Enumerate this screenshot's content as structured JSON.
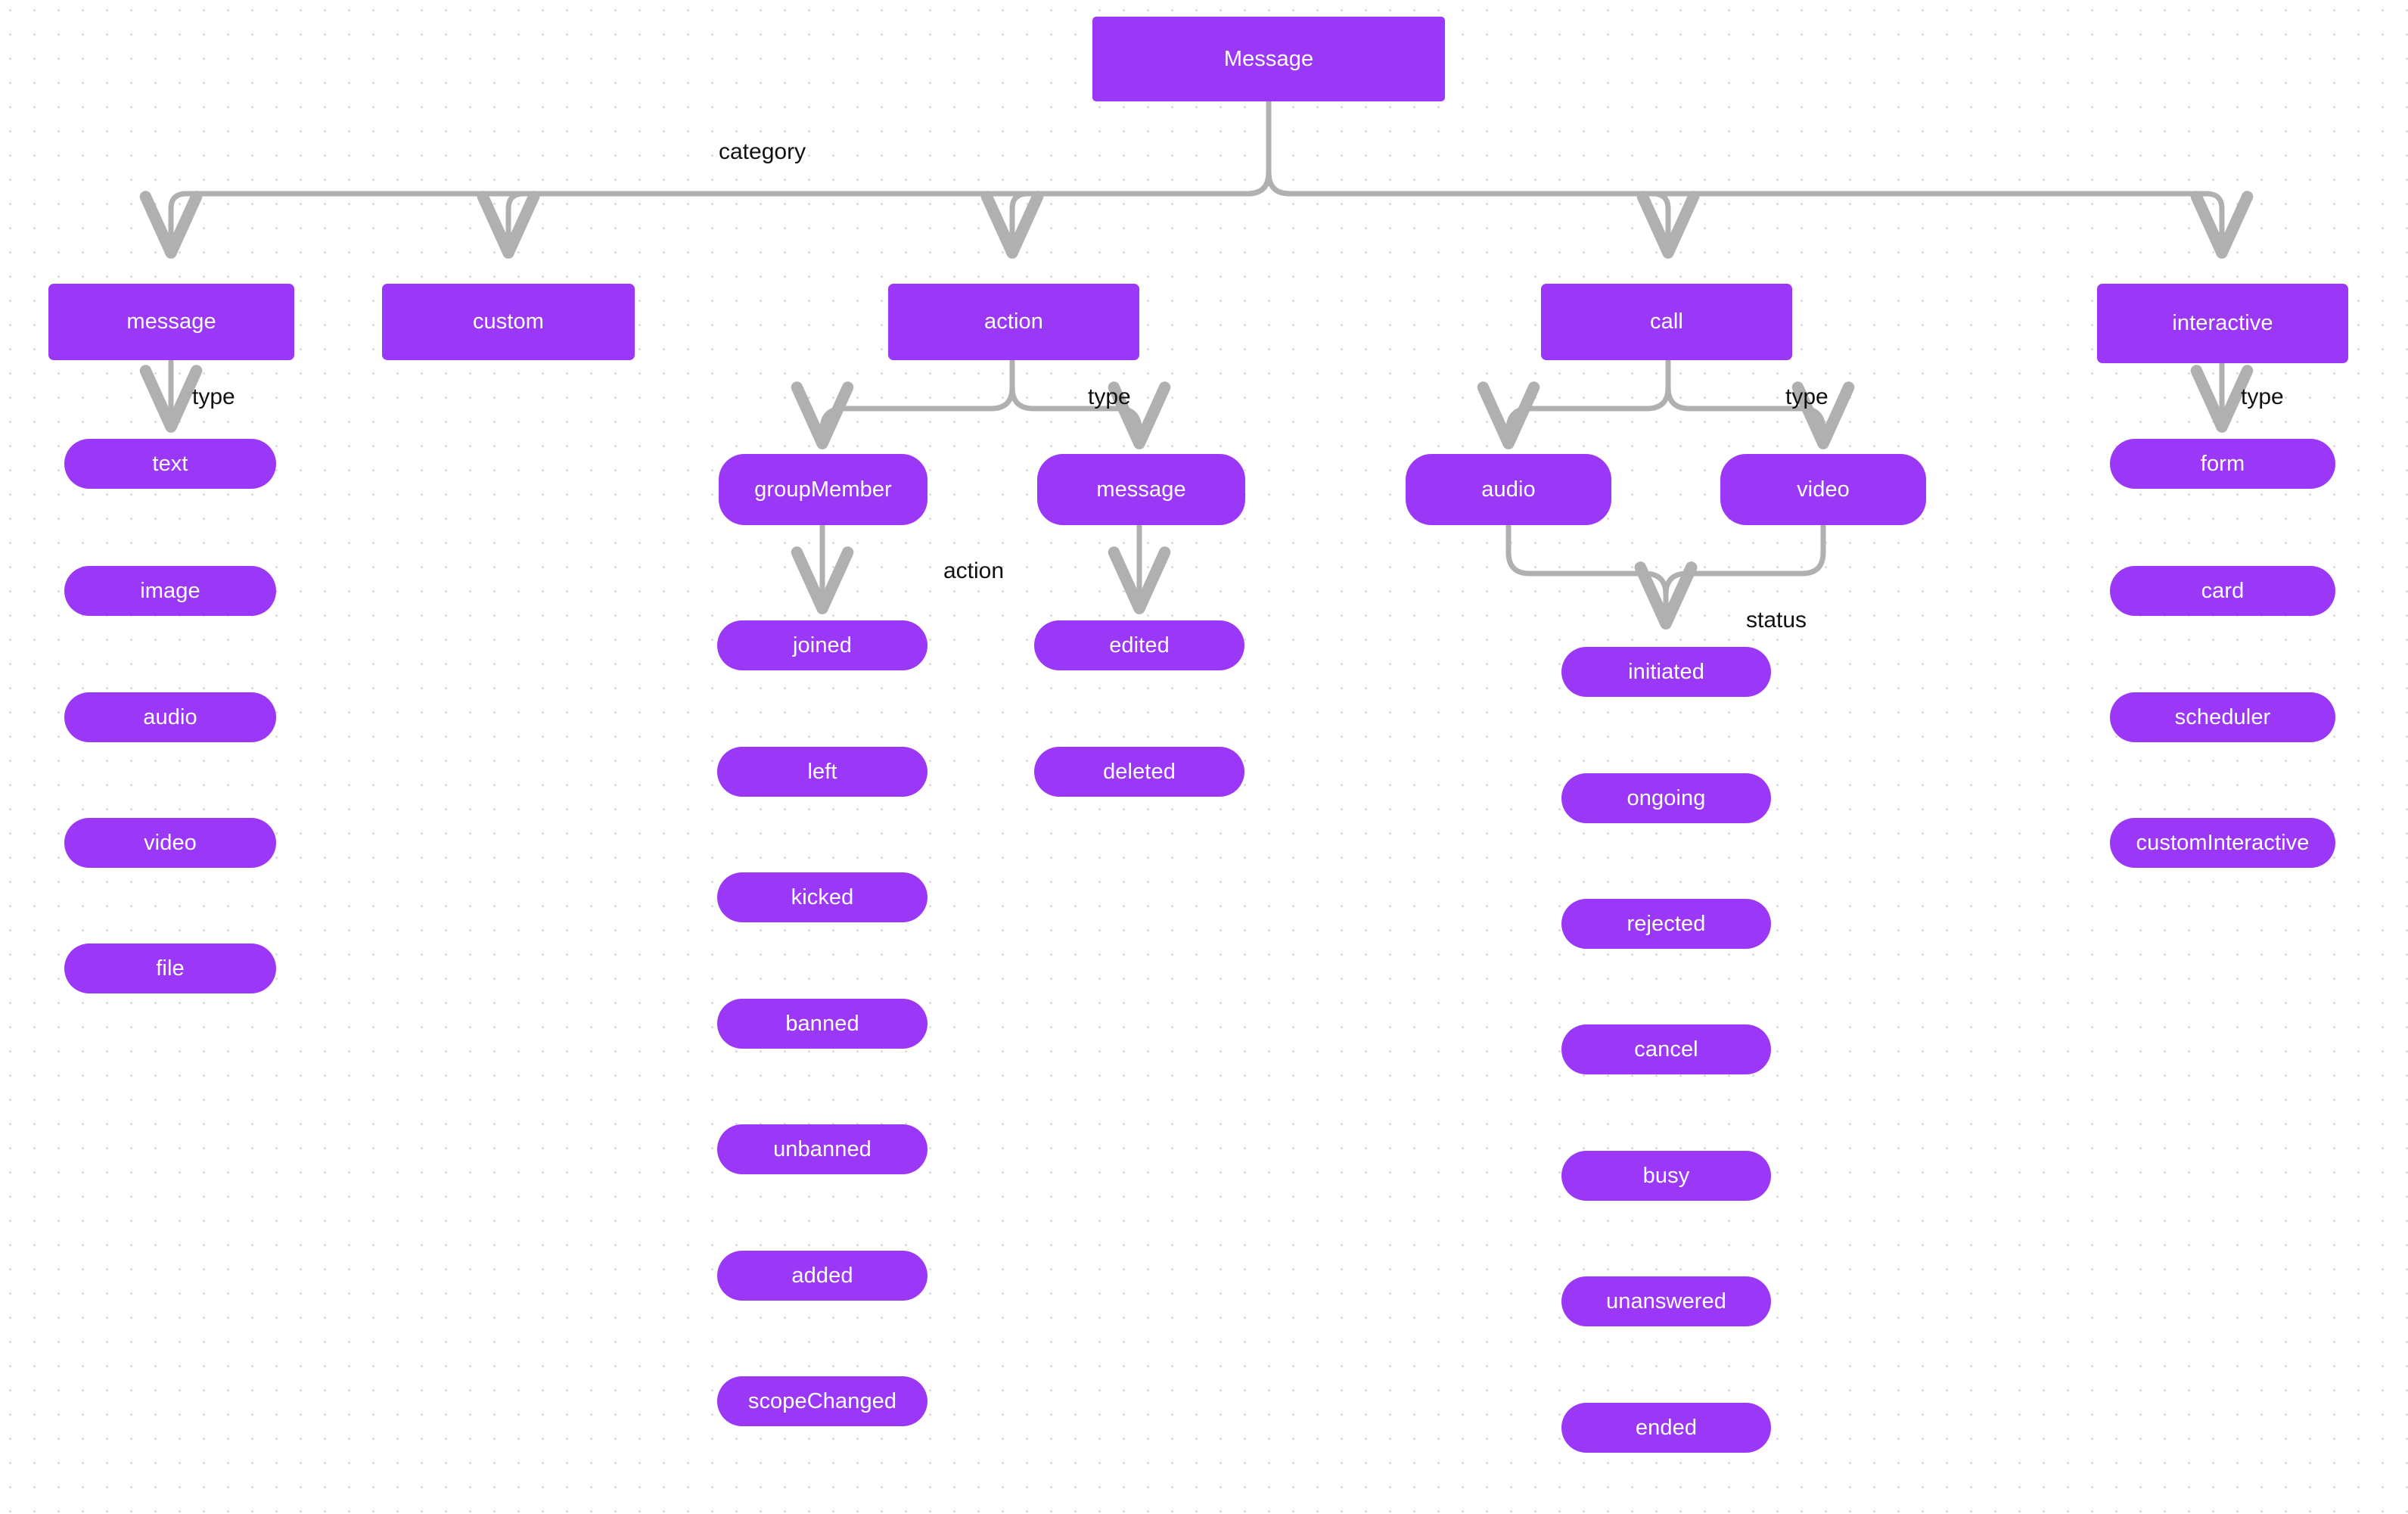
{
  "diagram": {
    "title": "Message",
    "type": "tree-flowchart",
    "colors": {
      "node_fill": "#9b37f7",
      "node_text": "#ffffff",
      "edge_stroke": "#b0b0b0",
      "label_text": "#101010",
      "background": "#ffffff",
      "grid_dot": "#dedede"
    }
  },
  "nodes": {
    "root": {
      "label": "Message",
      "shape": "rect"
    },
    "categories": [
      {
        "id": "message",
        "label": "message"
      },
      {
        "id": "custom",
        "label": "custom"
      },
      {
        "id": "action",
        "label": "action"
      },
      {
        "id": "call",
        "label": "call"
      },
      {
        "id": "interactive",
        "label": "interactive"
      }
    ],
    "mid": [
      {
        "id": "groupMember",
        "label": "groupMember"
      },
      {
        "id": "action-message",
        "label": "message"
      },
      {
        "id": "audio-call",
        "label": "audio"
      },
      {
        "id": "video-call",
        "label": "video"
      }
    ],
    "message_types": [
      {
        "label": "text"
      },
      {
        "label": "image"
      },
      {
        "label": "audio"
      },
      {
        "label": "video"
      },
      {
        "label": "file"
      }
    ],
    "group_member_actions": [
      {
        "label": "joined"
      },
      {
        "label": "left"
      },
      {
        "label": "kicked"
      },
      {
        "label": "banned"
      },
      {
        "label": "unbanned"
      },
      {
        "label": "added"
      },
      {
        "label": "scopeChanged"
      }
    ],
    "message_actions": [
      {
        "label": "edited"
      },
      {
        "label": "deleted"
      }
    ],
    "call_statuses": [
      {
        "label": "initiated"
      },
      {
        "label": "ongoing"
      },
      {
        "label": "rejected"
      },
      {
        "label": "cancel"
      },
      {
        "label": "busy"
      },
      {
        "label": "unanswered"
      },
      {
        "label": "ended"
      }
    ],
    "interactive_types": [
      {
        "label": "form"
      },
      {
        "label": "card"
      },
      {
        "label": "scheduler"
      },
      {
        "label": "customInteractive"
      }
    ]
  },
  "edge_labels": {
    "category": "category",
    "message_type": "type",
    "action_type": "type",
    "group_action": "action",
    "call_type": "type",
    "call_status": "status",
    "interactive_type": "type"
  }
}
